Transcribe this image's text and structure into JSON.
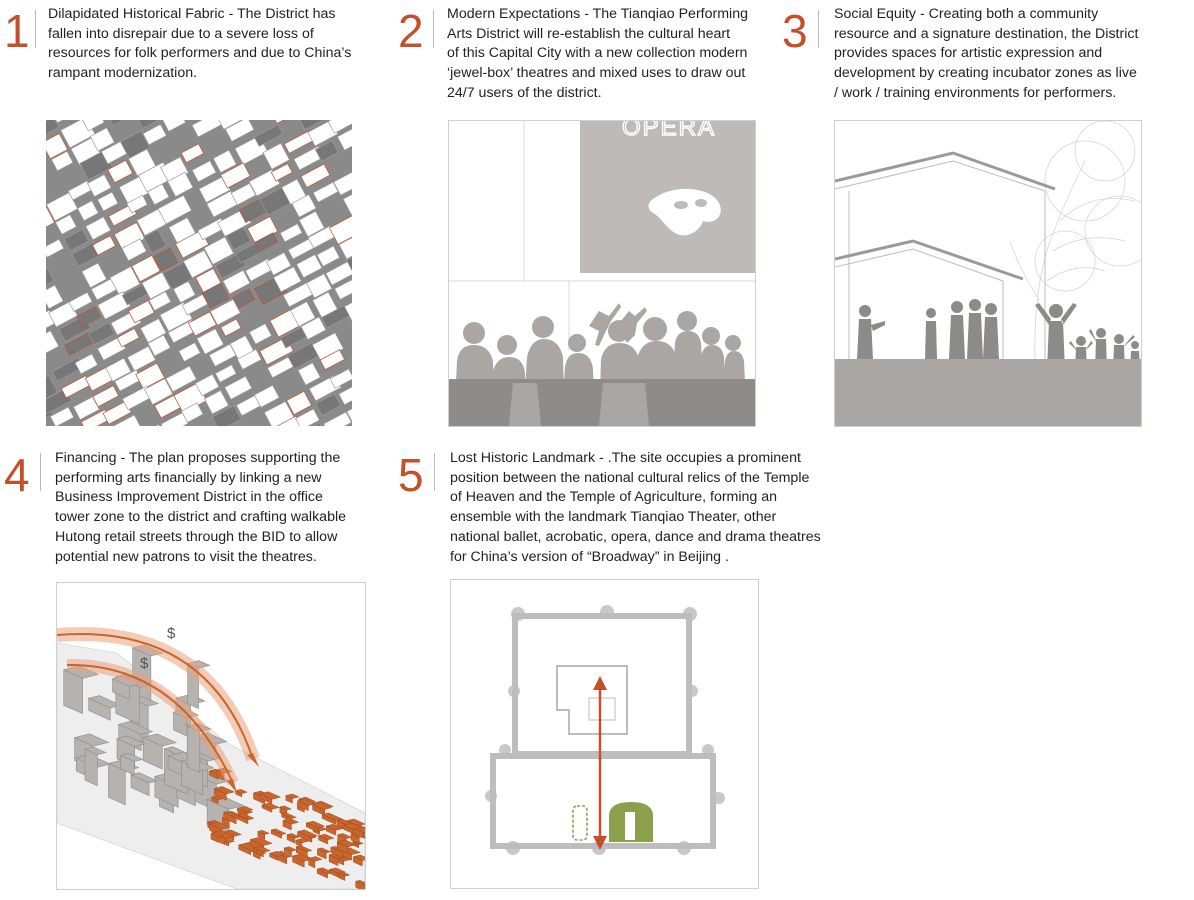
{
  "colors": {
    "accent": "#c4502a",
    "text": "#222222",
    "grey": "#8e8e8e",
    "light_grey": "#bdbdbd",
    "green": "#8aa04a"
  },
  "sections": [
    {
      "number": "1",
      "text": "Dilapidated Historical Fabric - The District has\nfallen into disrepair due to a severe loss of\nresources for folk performers and due to China’s\nrampant modernization.",
      "image": "urban-fabric-plan"
    },
    {
      "number": "2",
      "text": "Modern Expectations - The Tianqiao Performing\nArts District will re-establish the cultural heart\nof this Capital City with a new collection modern\n‘jewel-box’ theatres and mixed uses to draw out\n24/7 users of the district.",
      "image": "theatre-crowd-collage",
      "poster_text": "OPERA"
    },
    {
      "number": "3",
      "text": "Social Equity - Creating both a community\nresource and a signature destination, the District\nprovides spaces for artistic expression and\ndevelopment by creating incubator zones as live\n/ work / training environments for performers.",
      "image": "performers-section"
    },
    {
      "number": "4",
      "text": "Financing - The plan proposes supporting the\nperforming arts financially by linking a new\nBusiness Improvement District in the office\ntower zone to the district and crafting walkable\nHutong retail streets through  the BID to allow\npotential new patrons to visit the theatres.",
      "image": "bid-axonometric",
      "symbols": [
        "$",
        "$"
      ]
    },
    {
      "number": "5",
      "text": " Lost Historic Landmark - .The site occupies a prominent\nposition between the national cultural relics of the Temple\nof Heaven and the Temple of Agriculture, forming an\nensemble with the landmark Tianqiao Theater, other\nnational ballet, acrobatic, opera, dance and drama theatres\nfor China’s version of “Broadway” in Beijing .",
      "image": "temple-axis-plan"
    }
  ]
}
